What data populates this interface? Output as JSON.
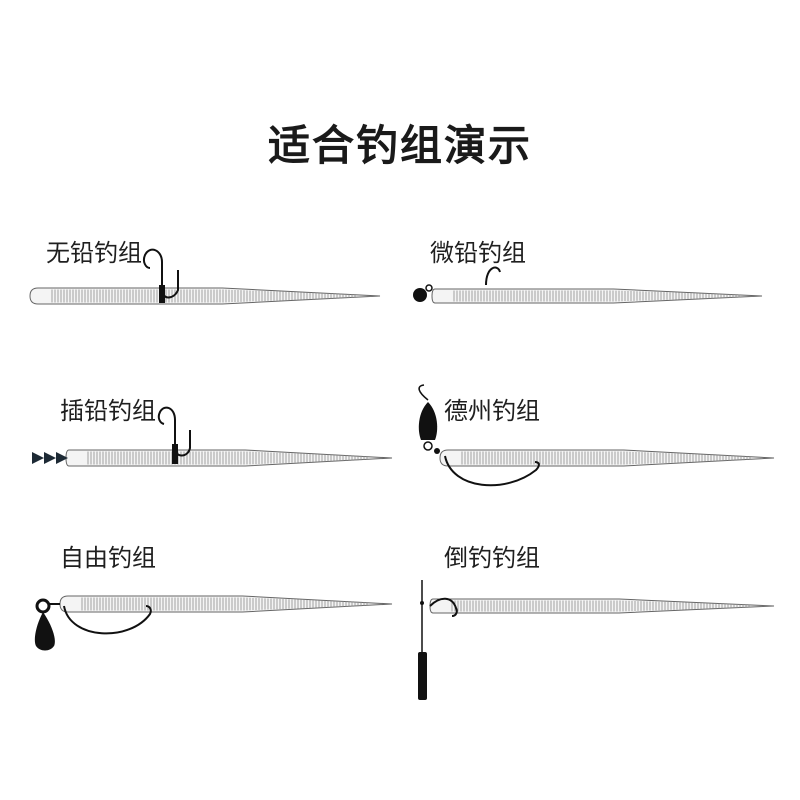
{
  "title": "适合钓组演示",
  "rigs": [
    {
      "label": "无铅钓组"
    },
    {
      "label": "微铅钓组"
    },
    {
      "label": "插铅钓组"
    },
    {
      "label": "德州钓组"
    },
    {
      "label": "自由钓组"
    },
    {
      "label": "倒钓钓组"
    }
  ],
  "colors": {
    "ink": "#111111",
    "worm_fill": "#f4f4f4",
    "worm_stroke": "#666666",
    "rib": "#8a8a8a",
    "title": "#1a1a1a"
  }
}
